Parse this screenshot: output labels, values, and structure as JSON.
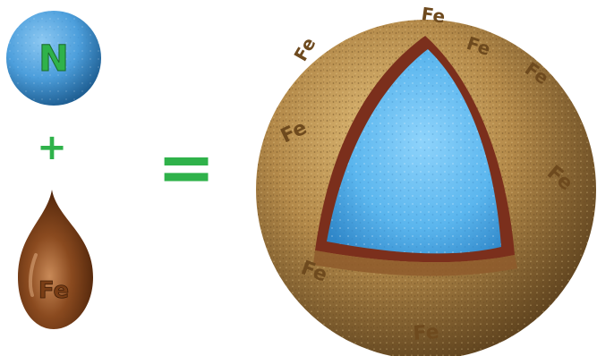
{
  "nitrogen": {
    "symbol": "N",
    "color": "#2fb24a"
  },
  "plus": {
    "symbol": "+",
    "color": "#2fb24a"
  },
  "equals": {
    "symbol": "=",
    "color": "#2fb24a"
  },
  "iron_drop": {
    "symbol": "Fe"
  },
  "iron_shell": {
    "symbol": "Fe"
  },
  "colors": {
    "nitrogen_sphere": "#4d9fdc",
    "drop": "#8a4a1f",
    "shell": "#b48a4a",
    "core": "#5bb6ee"
  }
}
